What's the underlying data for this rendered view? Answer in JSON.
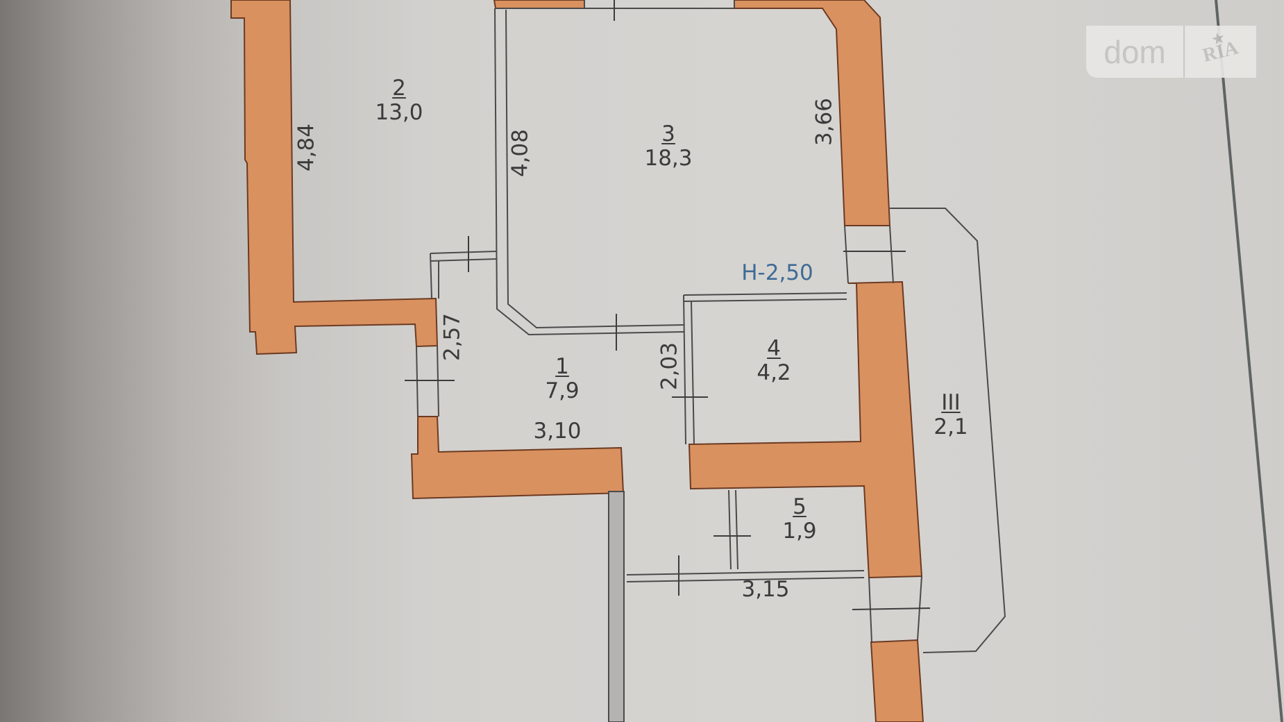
{
  "watermark": {
    "left": "dom",
    "right": "RIA"
  },
  "ceiling_height": "H-2,50",
  "rooms": [
    {
      "number": "1",
      "area": "7,9"
    },
    {
      "number": "2",
      "area": "13,0"
    },
    {
      "number": "3",
      "area": "18,3"
    },
    {
      "number": "4",
      "area": "4,2"
    },
    {
      "number": "5",
      "area": "1,9"
    },
    {
      "number": "III",
      "area": "2,1"
    }
  ],
  "dimensions": {
    "room2_height": "4,84",
    "room3_left": "4,08",
    "room3_right": "3,66",
    "hall_left": "2,57",
    "hall_width": "3,10",
    "room4_left": "2,03",
    "lower_width": "3,15"
  },
  "colors": {
    "wall": "#D9915F",
    "wall_outline": "#6b3a22",
    "paper": "#D6D4D1",
    "partition": "#4a4a4a",
    "height_text": "#3F6B96"
  }
}
